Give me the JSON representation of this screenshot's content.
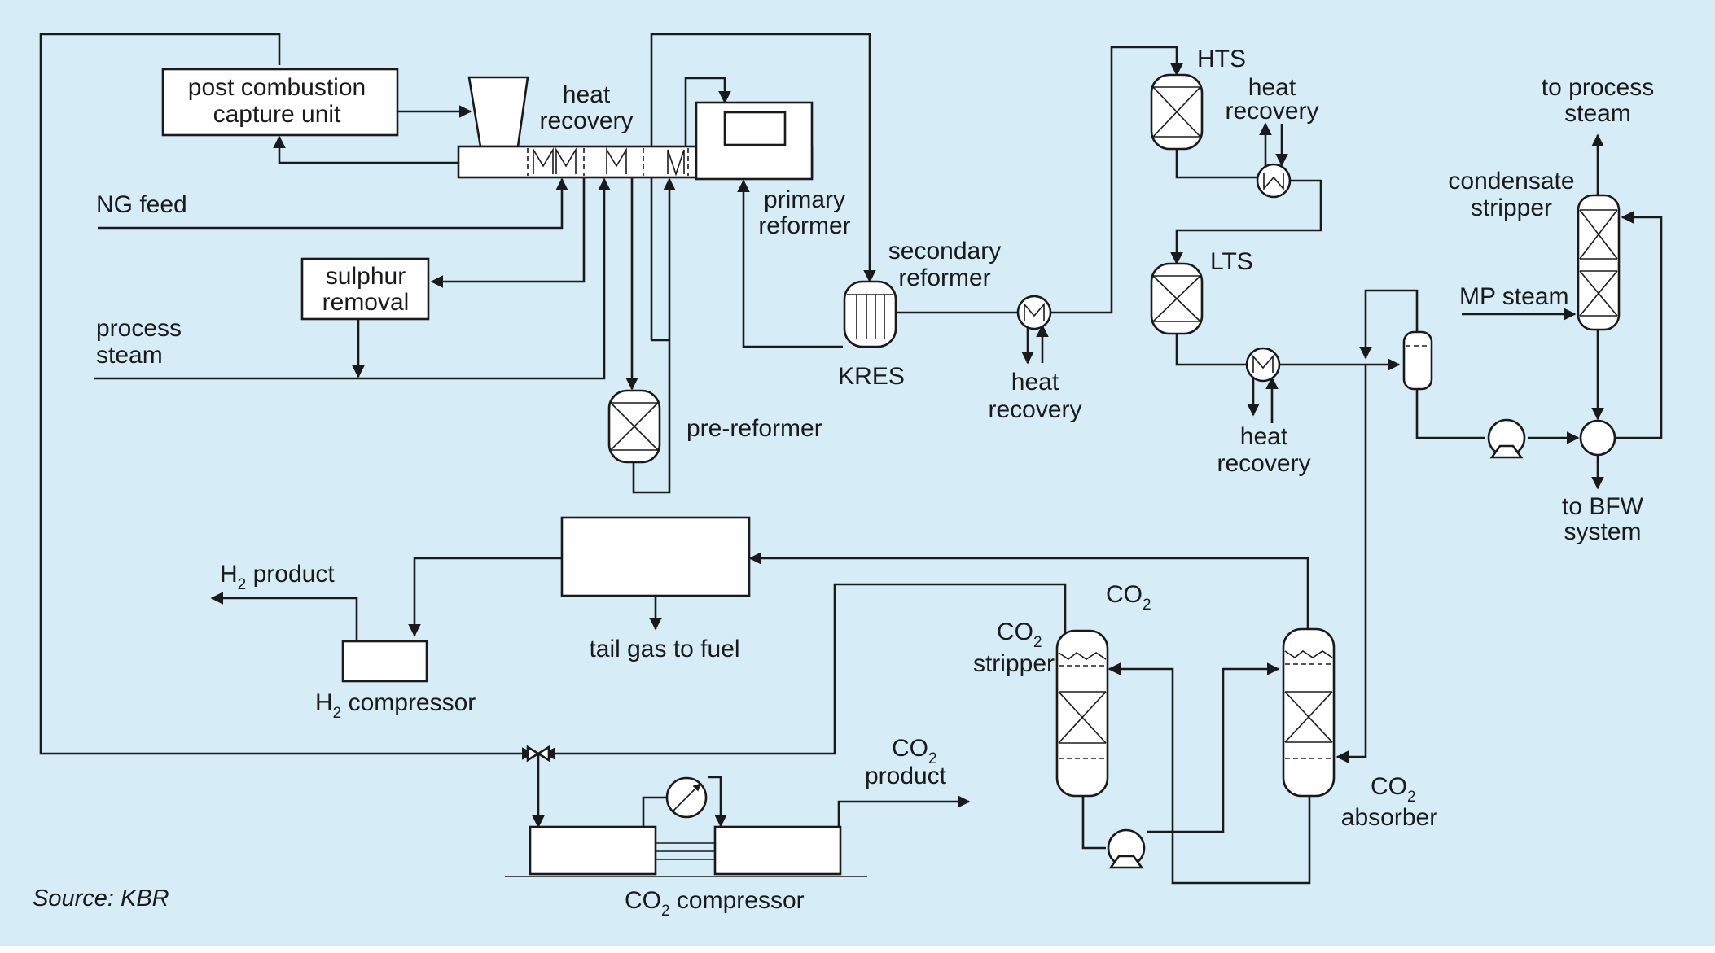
{
  "diagram": {
    "colors": {
      "background": "#d6ecf7",
      "line": "#1a1a1a",
      "equipment_fill": "#ffffff"
    },
    "labels": {
      "post_combustion_capture_unit": [
        "post combustion",
        "capture unit"
      ],
      "heat_recovery_top": [
        "heat",
        "recovery"
      ],
      "primary_reformer": [
        "primary",
        "reformer"
      ],
      "ng_feed": "NG feed",
      "sulphur_removal": [
        "sulphur",
        "removal"
      ],
      "process_steam": [
        "process",
        "steam"
      ],
      "pre_reformer": "pre-reformer",
      "secondary_reformer": [
        "secondary",
        "reformer"
      ],
      "kres": "KRES",
      "heat_recovery_secondary": [
        "heat",
        "recovery"
      ],
      "hts": "HTS",
      "heat_recovery_hts": [
        "heat",
        "recovery"
      ],
      "lts": "LTS",
      "heat_recovery_lts": [
        "heat",
        "recovery"
      ],
      "to_process_steam": [
        "to process",
        "steam"
      ],
      "condensate_stripper": [
        "condensate",
        "stripper"
      ],
      "mp_steam": "MP steam",
      "to_bfw_system": [
        "to BFW",
        "system"
      ],
      "h2_product": {
        "prefix": "H",
        "sub": "2",
        "suffix": " product"
      },
      "h2_compressor": {
        "prefix": "H",
        "sub": "2",
        "suffix": " compressor"
      },
      "tail_gas_to_fuel": "tail gas to fuel",
      "co2_top": {
        "prefix": "CO",
        "sub": "2",
        "suffix": ""
      },
      "co2_stripper": {
        "prefix": "CO",
        "sub": "2",
        "suffix": "",
        "line2": "stripper"
      },
      "co2_product": {
        "prefix": "CO",
        "sub": "2",
        "suffix": "",
        "line2": "product"
      },
      "co2_absorber": {
        "prefix": "CO",
        "sub": "2",
        "suffix": "",
        "line2": "absorber"
      },
      "co2_compressor": {
        "prefix": "CO",
        "sub": "2",
        "suffix": " compressor"
      },
      "source": "Source: KBR"
    }
  }
}
